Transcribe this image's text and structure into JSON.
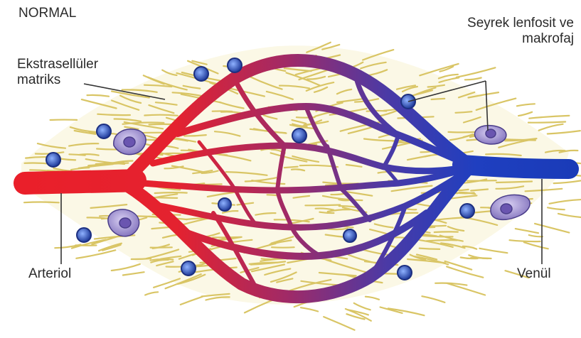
{
  "title": "NORMAL",
  "labels": {
    "ecm_line1": "Ekstrasellüler",
    "ecm_line2": "matriks",
    "lymph_line1": "Seyrek lenfosit ve",
    "lymph_line2": "makrofaj",
    "arteriole": "Arteriol",
    "venule": "Venül"
  },
  "colors": {
    "arterial": "#e8202a",
    "venous": "#1c3fc0",
    "fiber": "#d9c565",
    "tissue": "#fbf8e6",
    "cell_nucleus": "#1f3a9a",
    "macrophage": "#8a7bc4"
  }
}
